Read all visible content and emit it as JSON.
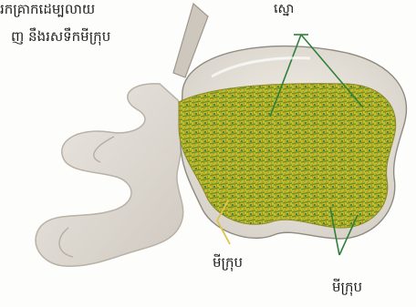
{
  "caption": {
    "line1": "រកគ្រាកដេម្បលាយ",
    "line2": "ញ នឹងរសទឹកមីក្រុប"
  },
  "labels": {
    "top": "ស្នោ",
    "middle": "មីក្រុប",
    "bottom": "មីក្រុប"
  },
  "colors": {
    "outline": "#5a9a3c",
    "mesh_fill": "#c9c12a",
    "gut_fill": "#e7e3dc",
    "pointer_green": "#2f7f3a",
    "pointer_yellow": "#e0c24a"
  }
}
